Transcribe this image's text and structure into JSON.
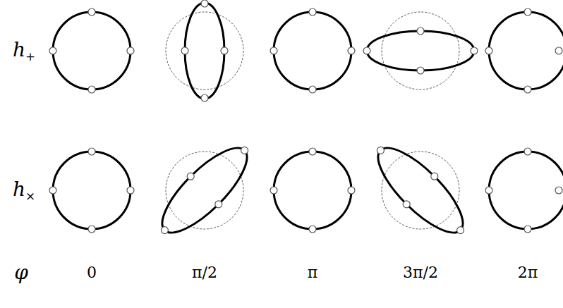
{
  "diagram": {
    "labels": [
      "h+",
      "h×",
      "φ",
      "0",
      "π/2",
      "π",
      "3π/2",
      "2π"
    ]
  }
}
